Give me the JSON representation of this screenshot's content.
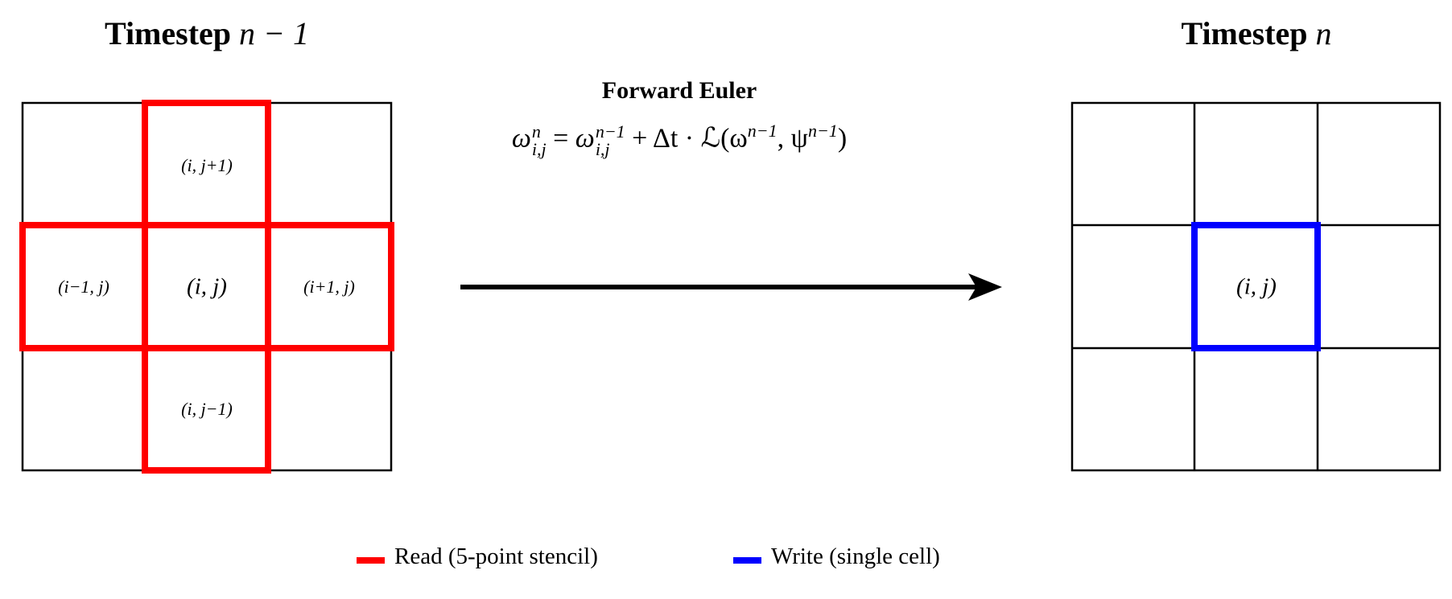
{
  "titles": {
    "left": {
      "word": "Timestep",
      "math": "n − 1"
    },
    "right": {
      "word": "Timestep",
      "math": "n"
    }
  },
  "method": {
    "name": "Forward Euler",
    "equation": {
      "lhs": "ω",
      "lhs_sup": "n",
      "lhs_sub": "i,j",
      "eq": "=",
      "rhs1": "ω",
      "rhs1_sup": "n−1",
      "rhs1_sub": "i,j",
      "plus": "+ Δt · ℒ(ω",
      "arg1_sup": "n−1",
      "comma": ", ψ",
      "arg2_sup": "n−1",
      "close": ")"
    }
  },
  "left_grid": {
    "cells": {
      "top": "(i, j+1)",
      "left": "(i−1, j)",
      "center": "(i, j)",
      "right": "(i+1, j)",
      "bottom": "(i, j−1)"
    }
  },
  "right_grid": {
    "center": "(i, j)"
  },
  "legend": {
    "read": {
      "label": "Read (5-point stencil)",
      "color": "#ff0000"
    },
    "write": {
      "label": "Write (single cell)",
      "color": "#0000ff"
    }
  }
}
